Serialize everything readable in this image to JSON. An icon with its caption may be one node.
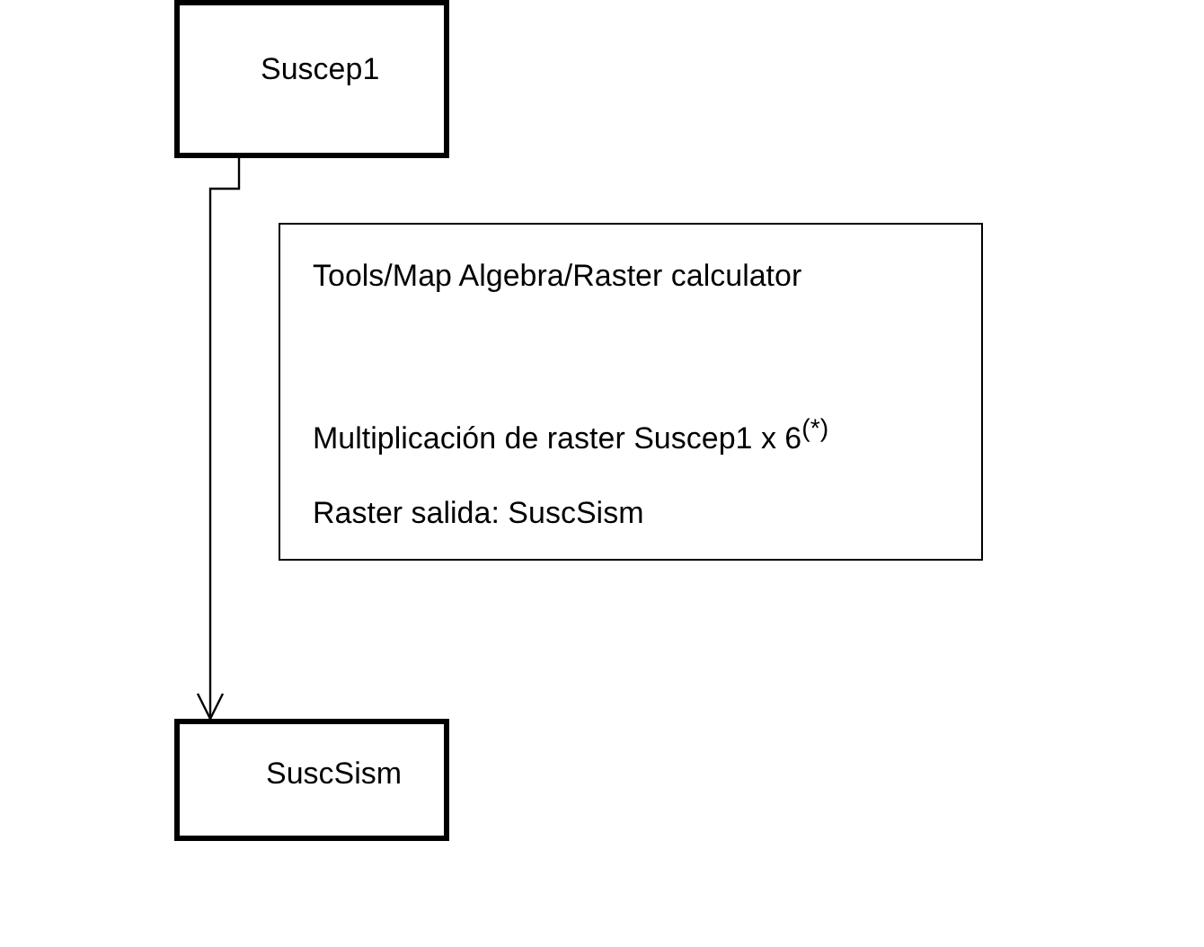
{
  "diagram": {
    "nodes": [
      {
        "text": [
          "Suscep1"
        ]
      },
      {
        "text": [
          "Tools/Map Algebra/Raster calculator",
          "Multiplicación de raster Suscep1 x 6$^{(*)}$",
          "Raster salida: SuscSism"
        ]
      },
      {
        "text": [
          "SuscSism"
        ]
      }
    ],
    "edges": [
      {
        "from": 0,
        "to": 2,
        "arrow": "to"
      }
    ]
  }
}
